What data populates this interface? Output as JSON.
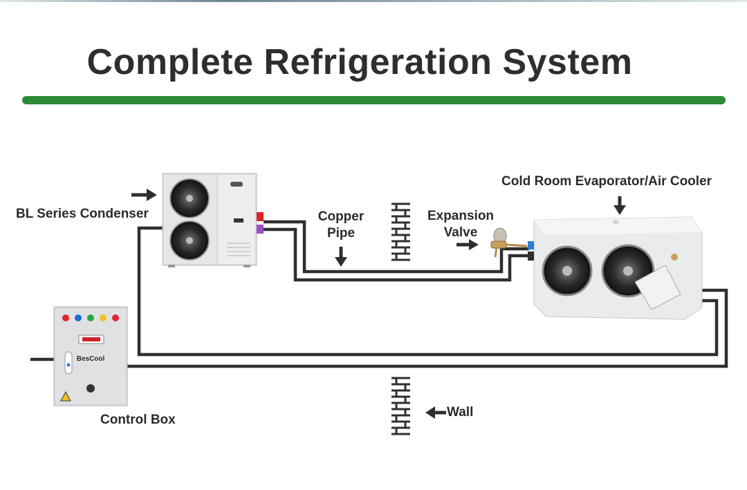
{
  "title": "Complete Refrigeration System",
  "labels": {
    "condenser": "BL Series Condenser",
    "copper_pipe_1": "Copper",
    "copper_pipe_2": "Pipe",
    "expansion_valve_1": "Expansion",
    "expansion_valve_2": "Valve",
    "evaporator": "Cold Room Evaporator/Air Cooler",
    "control_box": "Control Box",
    "wall": "Wall"
  },
  "control_box_brand": "BesCool",
  "colors": {
    "accent_green": "#2c8a35",
    "pipe": "#2f2f2f",
    "port_red": "#e2232a",
    "port_purple": "#9b4fc7",
    "port_blue": "#2d7fd6"
  }
}
